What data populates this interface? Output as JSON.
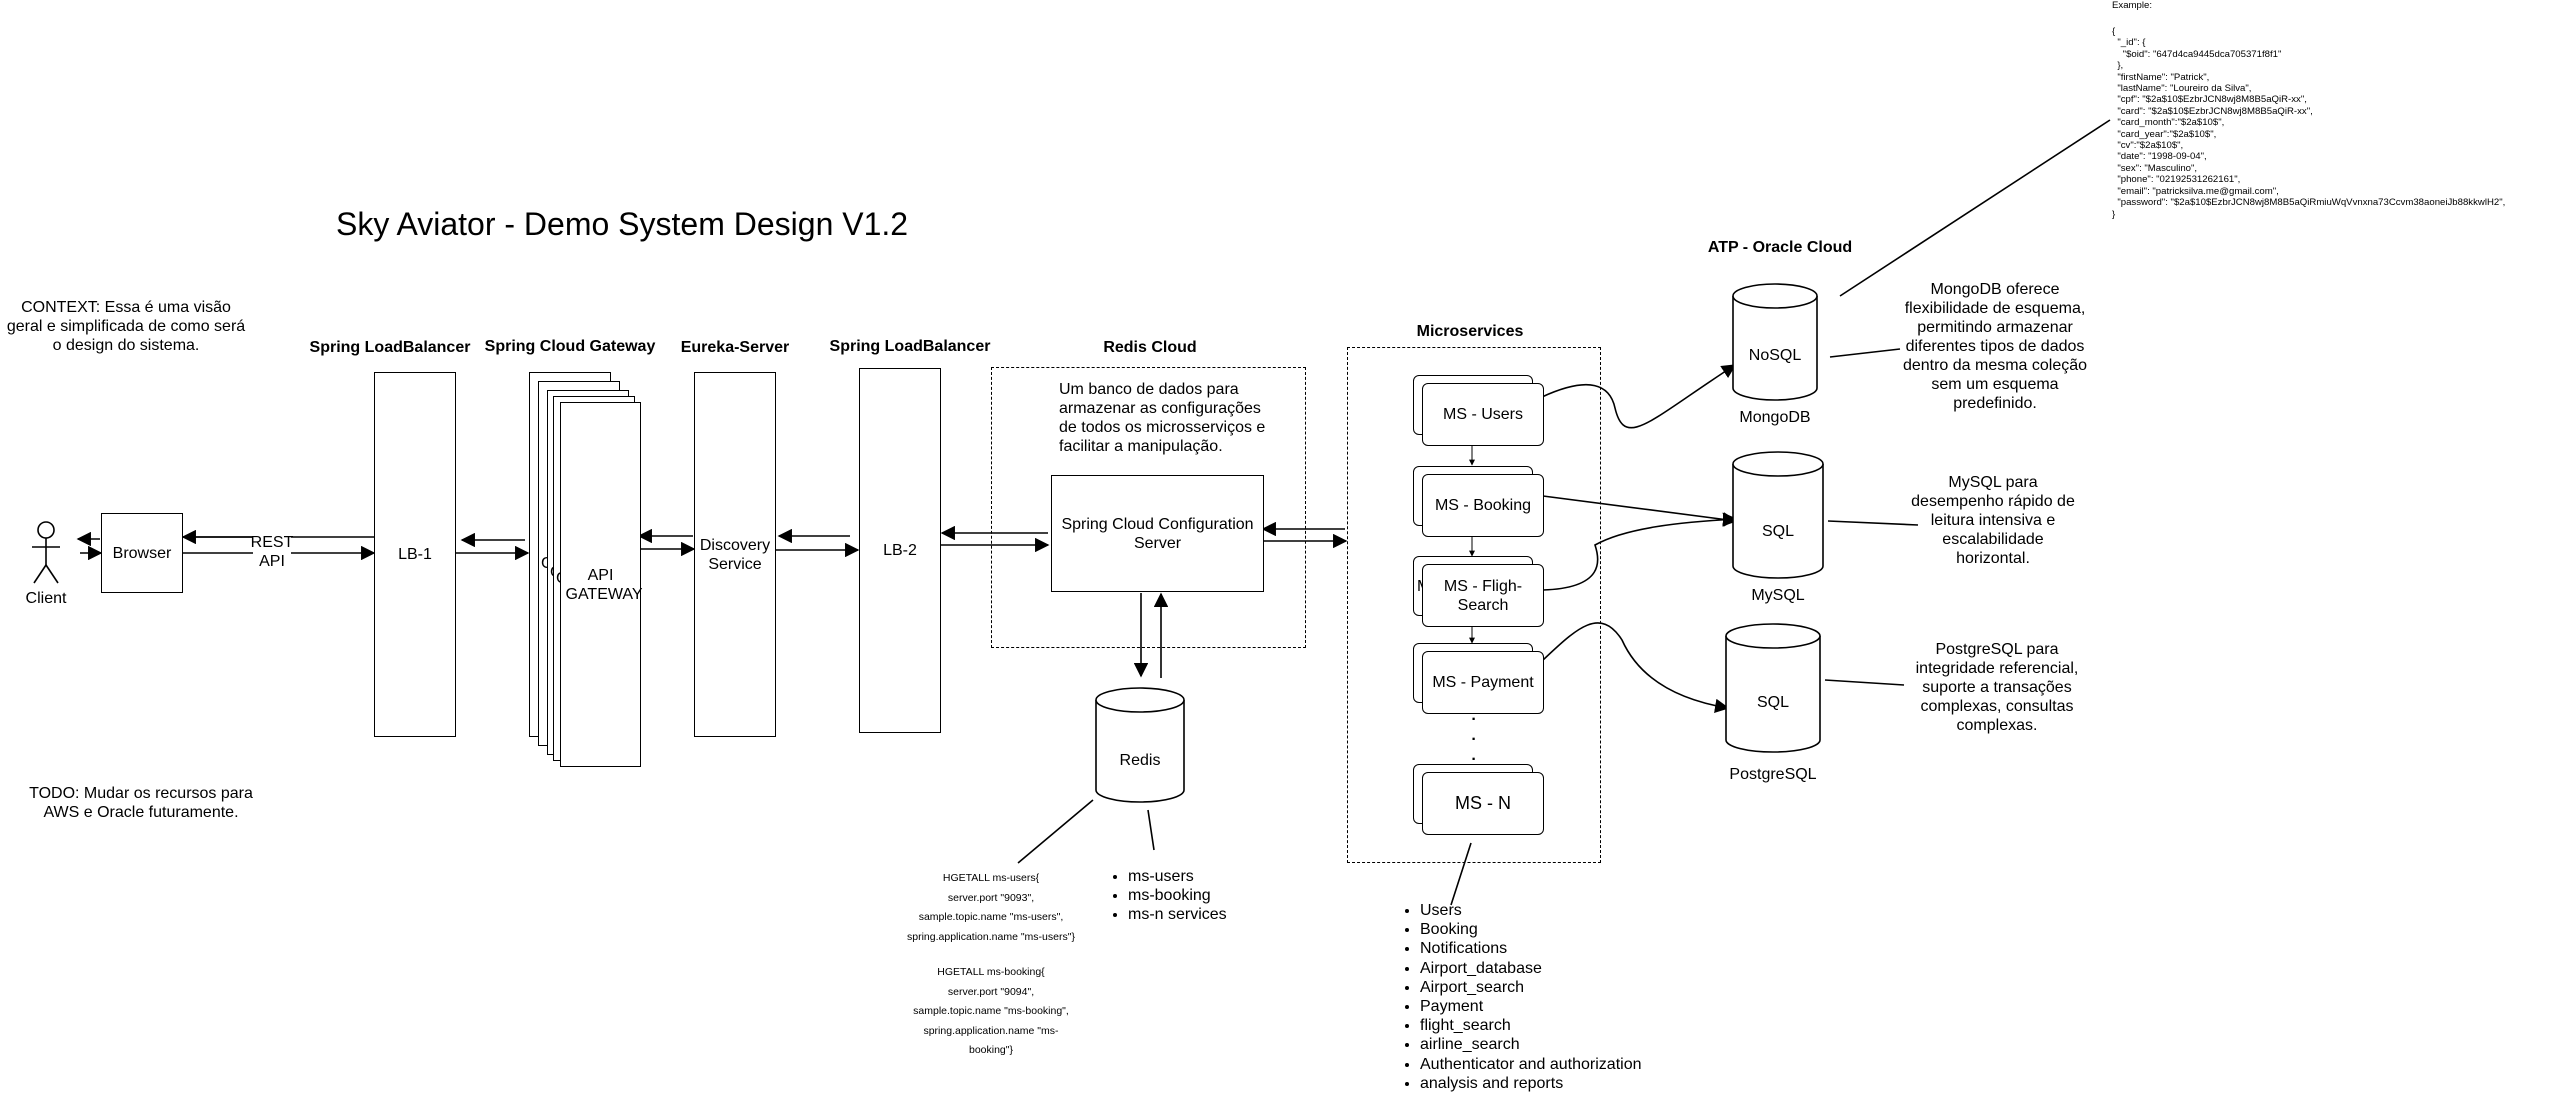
{
  "title": "Sky Aviator - Demo System Design V1.2",
  "context_note": "CONTEXT: Essa é uma visão geral e simplificada de como será o design do sistema.",
  "todo_note": "TODO: Mudar os recursos para AWS e Oracle futuramente.",
  "client": {
    "label": "Client"
  },
  "browser": {
    "label": "Browser"
  },
  "rest_api": {
    "line1": "REST",
    "line2": "API"
  },
  "lb1": {
    "header": "Spring LoadBalancer",
    "label": "LB-1"
  },
  "gateway": {
    "header": "Spring Cloud Gateway",
    "label": "API GATEWAY",
    "stack_letters": [
      "G",
      "G",
      "G"
    ]
  },
  "eureka": {
    "header": "Eureka-Server",
    "label": "Discovery Service"
  },
  "lb2": {
    "header": "Spring LoadBalancer",
    "label": "LB-2"
  },
  "redis_cloud": {
    "header": "Redis Cloud",
    "description": "Um banco de dados para armazenar as configurações de todos os microsserviços e facilitar a manipulação.",
    "config_server": "Spring Cloud Configuration Server",
    "redis_label": "Redis",
    "redis_items": [
      "ms-users",
      "ms-booking",
      "ms-n services"
    ],
    "hgetall_users": [
      "HGETALL ms-users{",
      "server.port \"9093\",",
      "sample.topic.name \"ms-users\",",
      "spring.application.name \"ms-users\"}"
    ],
    "hgetall_booking": [
      "HGETALL ms-booking{",
      "server.port \"9094\",",
      "sample.topic.name \"ms-booking\",",
      "spring.application.name \"ms-",
      "booking\"}"
    ]
  },
  "microservices": {
    "header": "Microservices",
    "items": [
      "MS - Users",
      "MS - Booking",
      "MS - Fligh-Search",
      "MS - Payment",
      "MS - N"
    ],
    "hidden_letter": "M",
    "ellipsis": [
      "·",
      "·",
      "·"
    ],
    "services_list": [
      "Users",
      "Booking",
      "Notifications",
      "Airport_database",
      "Airport_search",
      "Payment",
      "flight_search",
      "airline_search",
      "Authenticator and authorization",
      "analysis and reports"
    ]
  },
  "atp": {
    "header": "ATP - Oracle Cloud",
    "nosql": {
      "label": "NoSQL",
      "name": "MongoDB",
      "description": "MongoDB oferece flexibilidade de esquema, permitindo armazenar diferentes tipos de dados dentro da mesma coleção sem um esquema predefinido."
    },
    "mysql": {
      "label": "SQL",
      "name": "MySQL",
      "description": "MySQL para desempenho rápido de leitura intensiva e escalabilidade horizontal."
    },
    "postgres": {
      "label": "SQL",
      "name": "PostgreSQL",
      "description": "PostgreSQL para integridade referencial, suporte a transações complexas, consultas complexas."
    }
  },
  "example": {
    "label": "Example:",
    "json_lines": [
      "{",
      "  \"_id\": {",
      "    \"$oid\": \"647d4ca9445dca705371f8f1\"",
      "  },",
      "  \"firstName\": \"Patrick\",",
      "  \"lastName\": \"Loureiro da Silva\",",
      "  \"cpf\": \"$2a$10$EzbrJCN8wj8M8B5aQiR-xx\",",
      "  \"card\": \"$2a$10$EzbrJCN8wj8M8B5aQiR-xx\",",
      "  \"card_month\":\"$2a$10$\",",
      "  \"card_year\":\"$2a$10$\",",
      "  \"cv\":\"$2a$10$\",",
      "  \"date\": \"1998-09-04\",",
      "  \"sex\": \"Masculino\",",
      "  \"phone\": \"02192531262161\",",
      "  \"email\": \"patricksilva.me@gmail.com\",",
      "  \"password\": \"$2a$10$EzbrJCN8wj8M8B5aQiRmiuWqVvnxna73Ccvm38aoneiJb88kkwlH2\",",
      "}"
    ]
  }
}
